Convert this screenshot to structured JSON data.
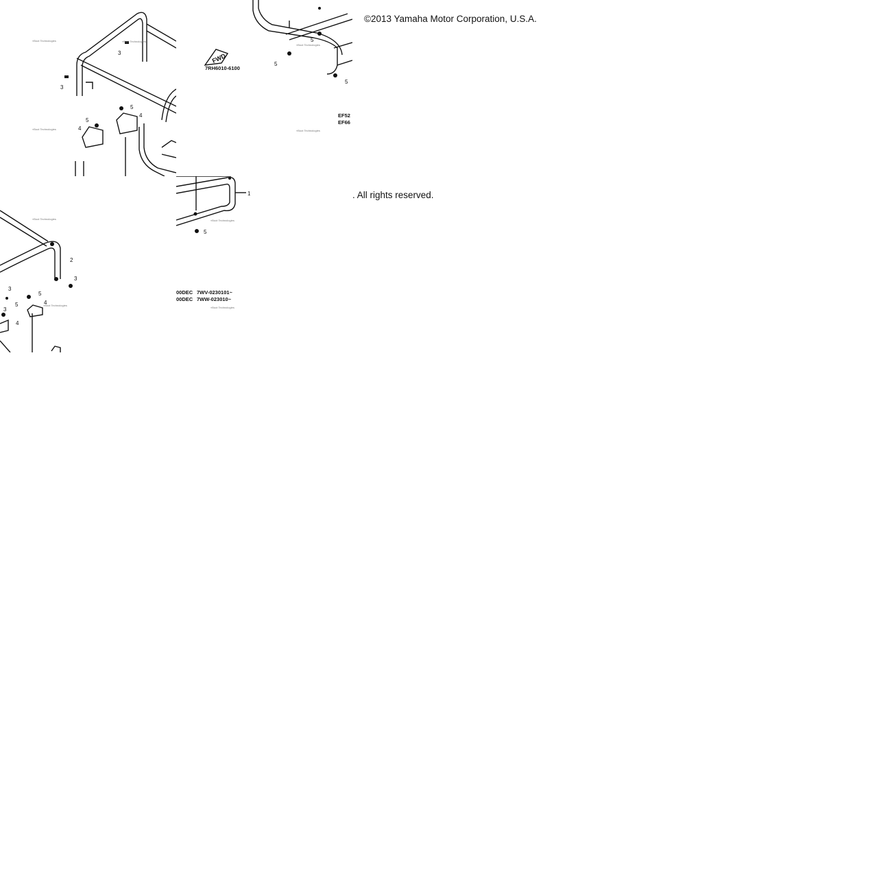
{
  "footer": {
    "copyright": "©2013 Yamaha Motor Corporation, U.S.A.",
    "rights": ". All rights reserved."
  },
  "diagram": {
    "part_code": "7RH6010-6100",
    "tag_left": "EF52",
    "tag_left2": "EF66",
    "serial_row1_model": "00DEC",
    "serial_row1_serial": "7WV-0230101~",
    "serial_row2_model": "00DEC",
    "serial_row2_serial": "7WW-023010~",
    "watermark": "«Boot Technologies",
    "callouts": {
      "c2": "2",
      "c3": "3",
      "c4": "4",
      "c5": "5",
      "c1": "1"
    }
  }
}
